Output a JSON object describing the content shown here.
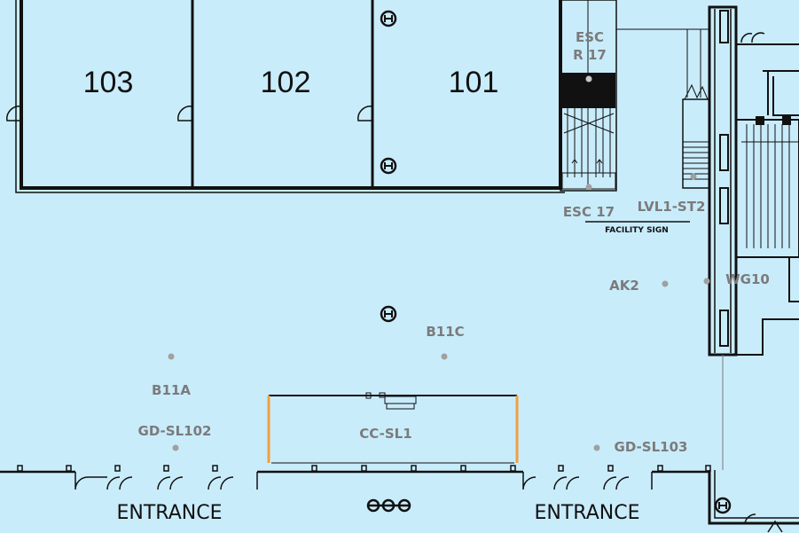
{
  "rooms": [
    {
      "id": "r103",
      "label": "103"
    },
    {
      "id": "r102",
      "label": "102"
    },
    {
      "id": "r101",
      "label": "101"
    }
  ],
  "labels": {
    "esc_r17_line1": "ESC",
    "esc_r17_line2": "R 17",
    "esc17": "ESC 17",
    "lvl1_st2": "LVL1-ST2",
    "facility_sign": "FACILITY SIGN",
    "ak2": "AK2",
    "wg10": "WG10",
    "b11c": "B11C",
    "b11a": "B11A",
    "gd_sl102": "GD-SL102",
    "cc_sl1": "CC-SL1",
    "gd_sl103": "GD-SL103",
    "entrance_left": "ENTRANCE",
    "entrance_right": "ENTRANCE"
  },
  "colors": {
    "floor": "#c9ecfb",
    "wall": "#111111",
    "marker": "#a0a0a0",
    "label": "#7b7b7b",
    "accent_orange": "#f0a040"
  },
  "icons": [
    "hydrant-icon",
    "location-marker-icon",
    "bollard-icon"
  ]
}
